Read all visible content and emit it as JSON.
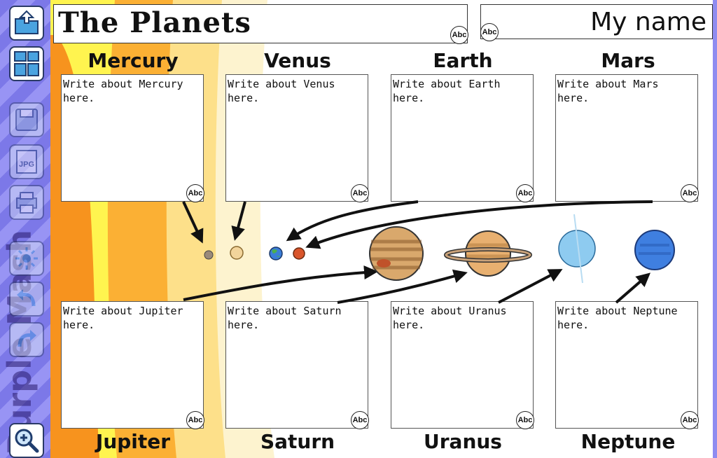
{
  "title": "The Planets",
  "name_field": "My name",
  "text_tool_label": "Abc",
  "toolbar": {
    "side_text": "Purple Mash",
    "buttons": [
      {
        "name": "open-folder-icon"
      },
      {
        "name": "layout-icon"
      },
      {
        "name": "save-icon"
      },
      {
        "name": "jpg-export-icon",
        "label": "JPG"
      },
      {
        "name": "print-icon"
      },
      {
        "name": "share-icon"
      },
      {
        "name": "undo-icon"
      },
      {
        "name": "redo-icon"
      },
      {
        "name": "zoom-icon"
      }
    ]
  },
  "planets_top": [
    {
      "label": "Mercury",
      "prompt": "Write about Mercury here."
    },
    {
      "label": "Venus",
      "prompt": "Write about Venus here."
    },
    {
      "label": "Earth",
      "prompt": "Write about Earth here."
    },
    {
      "label": "Mars",
      "prompt": "Write about Mars here."
    }
  ],
  "planets_bottom": [
    {
      "label": "Jupiter",
      "prompt": "Write about Jupiter here."
    },
    {
      "label": "Saturn",
      "prompt": "Write about Saturn here."
    },
    {
      "label": "Uranus",
      "prompt": "Write about Uranus here."
    },
    {
      "label": "Neptune",
      "prompt": "Write about Neptune here."
    }
  ],
  "colors": {
    "sun_core": "#f7931e",
    "sun_band": "#fbb034",
    "sun_glow": "#fde08a",
    "sidebar": "#8f8cf0",
    "mercury": "#9a8a7a",
    "venus": "#f2d49b",
    "earth": "#3b7dd8",
    "mars": "#d9552b",
    "jupiter": "#d9a86c",
    "saturn": "#e8b070",
    "uranus": "#8ecbf0",
    "neptune": "#3f7fe0"
  }
}
